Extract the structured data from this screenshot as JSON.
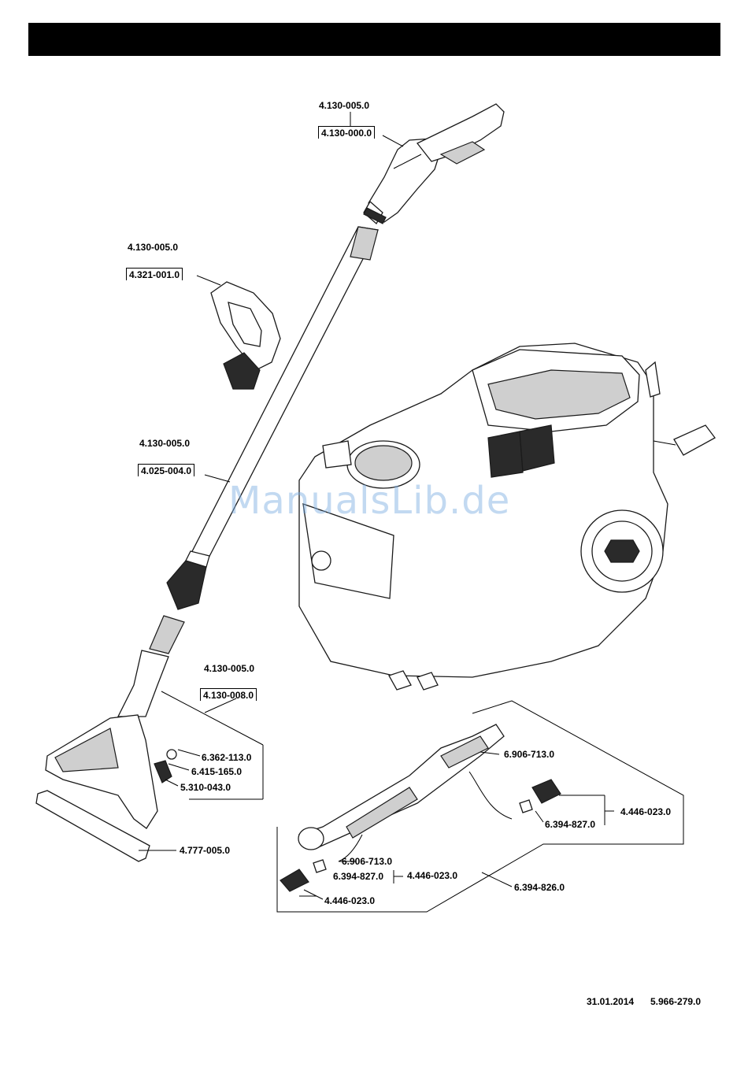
{
  "header": {
    "title": ""
  },
  "labels": {
    "handle_top_part": "4.130-005.0",
    "handle_top_kit": "4.130-000.0",
    "grip_part": "4.130-005.0",
    "grip_kit": "4.321-001.0",
    "tube_part": "4.130-005.0",
    "tube_kit": "4.025-004.0",
    "nozzle_part": "4.130-005.0",
    "nozzle_kit": "4.130-008.0",
    "nozzle_p1": "6.362-113.0",
    "nozzle_p2": "6.415-165.0",
    "nozzle_p3": "5.310-043.0",
    "nozzle_p4": "4.777-005.0",
    "hose_p1": "6.906-713.0",
    "hose_p2": "6.394-827.0",
    "hose_p3": "4.446-023.0",
    "hose_p4": "6.906-713.0",
    "hose_p5": "6.394-827.0",
    "hose_p6": "4.446-023.0",
    "hose_p7": "4.446-023.0",
    "hose_assembly": "6.394-826.0"
  },
  "watermark": "ManualsLib.de",
  "footer": {
    "date": "31.01.2014",
    "doc_number": "5.966-279.0"
  }
}
